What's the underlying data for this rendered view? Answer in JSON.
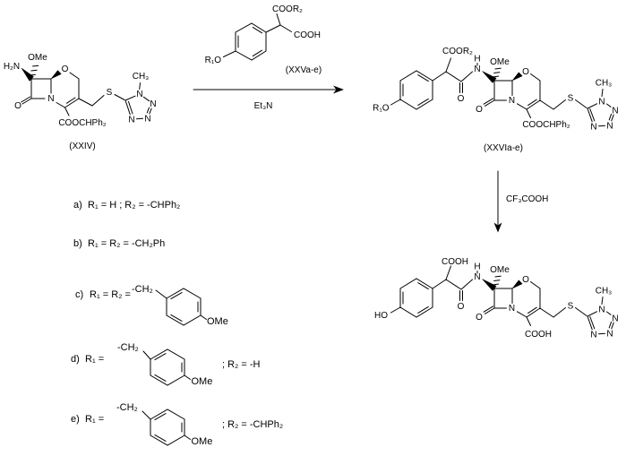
{
  "sym": {
    "O": "O",
    "N": "N",
    "S": "S",
    "H": "H",
    "OMe": "OMe",
    "H2N": "H₂N",
    "CH3": "CH₃",
    "COOH": "COOH",
    "COOR2": "COOR₂",
    "COOCHPh2": "COOCHPh₂",
    "R1O": "R₁O",
    "HO": "HO"
  },
  "labels": {
    "xxiv": "(XXIV)",
    "xxva_e": "(XXVa-e)",
    "xxvia_e": "(XXVIa-e)",
    "et3n": "Et₃N",
    "cf3cooh": "CF₃COOH"
  },
  "legend": {
    "a_prefix": "a)",
    "a_text": "R₁ = H ; R₂ =  -CHPh₂",
    "b_prefix": "b)",
    "b_text": "R₁ = R₂ =  -CH₂Ph",
    "c_prefix": "c)",
    "c_text": "R₁ = R₂ =",
    "d_prefix": "d)",
    "d_text": "R₁ =",
    "d_suffix": ";  R₂ = -H",
    "e_prefix": "e)",
    "e_text": "R₁ =",
    "e_suffix": ";  R₂ = -CHPh₂",
    "ch2": "-CH₂",
    "ome": "OMe"
  }
}
